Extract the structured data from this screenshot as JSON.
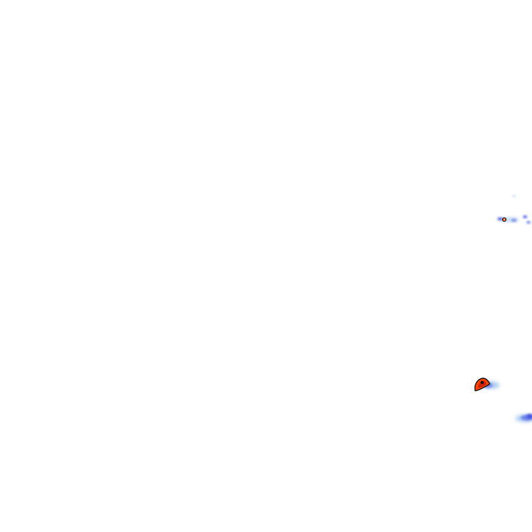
{
  "map": {
    "background_color": "#ffffff",
    "layer": "weather-radar-reflectivity",
    "palette": {
      "light": "#a8c8f0",
      "mid": "#6f82e8",
      "strong": "#4a55e0",
      "heavy": "#cc2200",
      "intense": "#ff4400",
      "outline": "#111111"
    },
    "echoes": [
      {
        "id": "echo-upper-small",
        "intensity": "light"
      },
      {
        "id": "echo-upper-cluster",
        "intensity": "moderate"
      },
      {
        "id": "echo-lower-storm-cell",
        "intensity": "intense"
      },
      {
        "id": "echo-lower-right-band",
        "intensity": "moderate"
      }
    ]
  }
}
